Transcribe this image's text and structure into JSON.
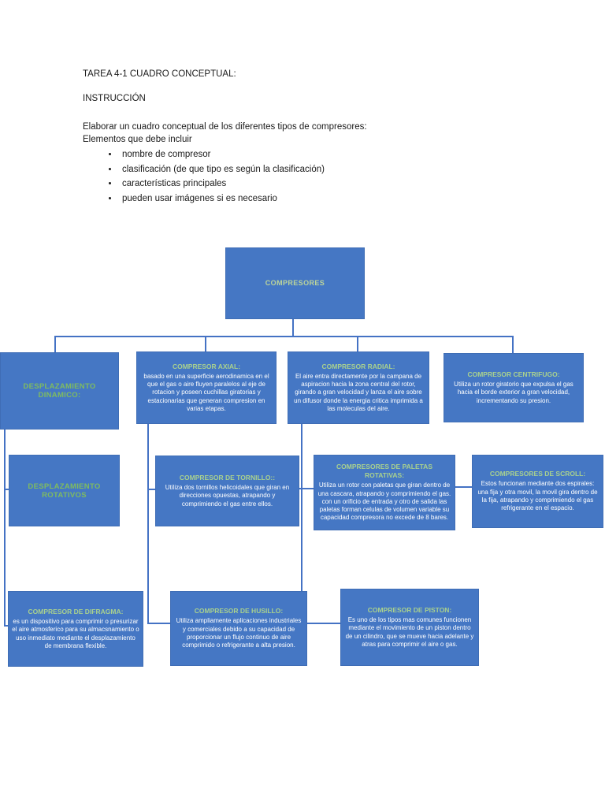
{
  "document": {
    "title": "TAREA 4-1 CUADRO CONCEPTUAL:",
    "subtitle": "INSTRUCCIÓN",
    "intro_line1": "Elaborar un cuadro conceptual de los diferentes tipos de compresores:",
    "intro_line2": "Elementos que debe incluir",
    "bullets": [
      "nombre de compresor",
      "clasificación (de que tipo es según la clasificación)",
      "características principales",
      "pueden usar imágenes si es necesario"
    ]
  },
  "diagram": {
    "root": {
      "title": "COMPRESORES"
    },
    "nodes": {
      "dinamico": {
        "title": "DESPLAZAMIENTO DINAMICO:"
      },
      "axial": {
        "title": "COMPRESOR AXIAL:",
        "body": "basado en una superficie aerodinamica en el que el gas o aire fluyen paralelos al eje de rotacion y poseen cuchillas giratorias y estacionarias que generan compresion en varias etapas."
      },
      "radial": {
        "title": "COMPRESOR RADIAL:",
        "body": "El aire entra directamente por la campana de aspiracion hacia la zona central del rotor, girando a gran velocidad y lanza el aire sobre un difusor donde la energia critica imprimida a las moleculas del aire."
      },
      "centrifugo": {
        "title": "COMPRESOR CENTRIFUGO:",
        "body": "Utiliza un rotor giratorio que expulsa el gas hacia el borde exterior a gran velocidad, incrementando su presion."
      },
      "rotativos": {
        "title": "DESPLAZAMIENTO  ROTATIVOS"
      },
      "tornillo": {
        "title": "COMPRESOR DE TORNILLO::",
        "body": "Utiliza dos tornillos helicoidales que giran en direcciones opuestas, atrapando y comprimiendo el gas entre ellos."
      },
      "paletas": {
        "title": "COMPRESORES DE PALETAS ROTATIVAS:",
        "body": "Utiliza un rotor con paletas que giran dentro de una cascara, atrapando y comprimiendo el gas. con un orificio de entrada y otro de salida las paletas forman celulas de volumen variable su capacidad compresora no excede de 8 bares."
      },
      "scroll": {
        "title": "COMPRESORES DE SCROLL:",
        "body": "Estos funcionan mediante dos espirales: una fija y otra movil, la movil gira dentro de la fija, atrapando y comprimiendo el gas refrigerante en el espacio."
      },
      "difragma": {
        "title": "COMPRESOR DE DIFRAGMA:",
        "body": "es un dispositivo para comprimir o presurizar el aire atmosferico para su almacsnamiento o uso inmediato mediante el desplazamiento de membrana flexible."
      },
      "husillo": {
        "title": "COMPRESOR DE HUSILLO:",
        "body": "Utiliza ampliamente aplicaciones industriales y comerciales debido a su capacidad de proporcionar un flujo continuo de aire comprimido o refrigerante a alta presion."
      },
      "piston": {
        "title": "COMPRESOR DE PISTON:",
        "body": "Es uno de los tipos mas comunes funcionen mediante el movimiento de un piston dentro de un cilindro, que se mueve hacia adelante y atras para comprimir el aire o gas."
      }
    },
    "colors": {
      "box_fill": "#4577c4",
      "title_green": "#a9d18e",
      "label_green": "#7fbb60",
      "body_text": "#ffffff",
      "connector_blue": "#4472c4"
    }
  }
}
